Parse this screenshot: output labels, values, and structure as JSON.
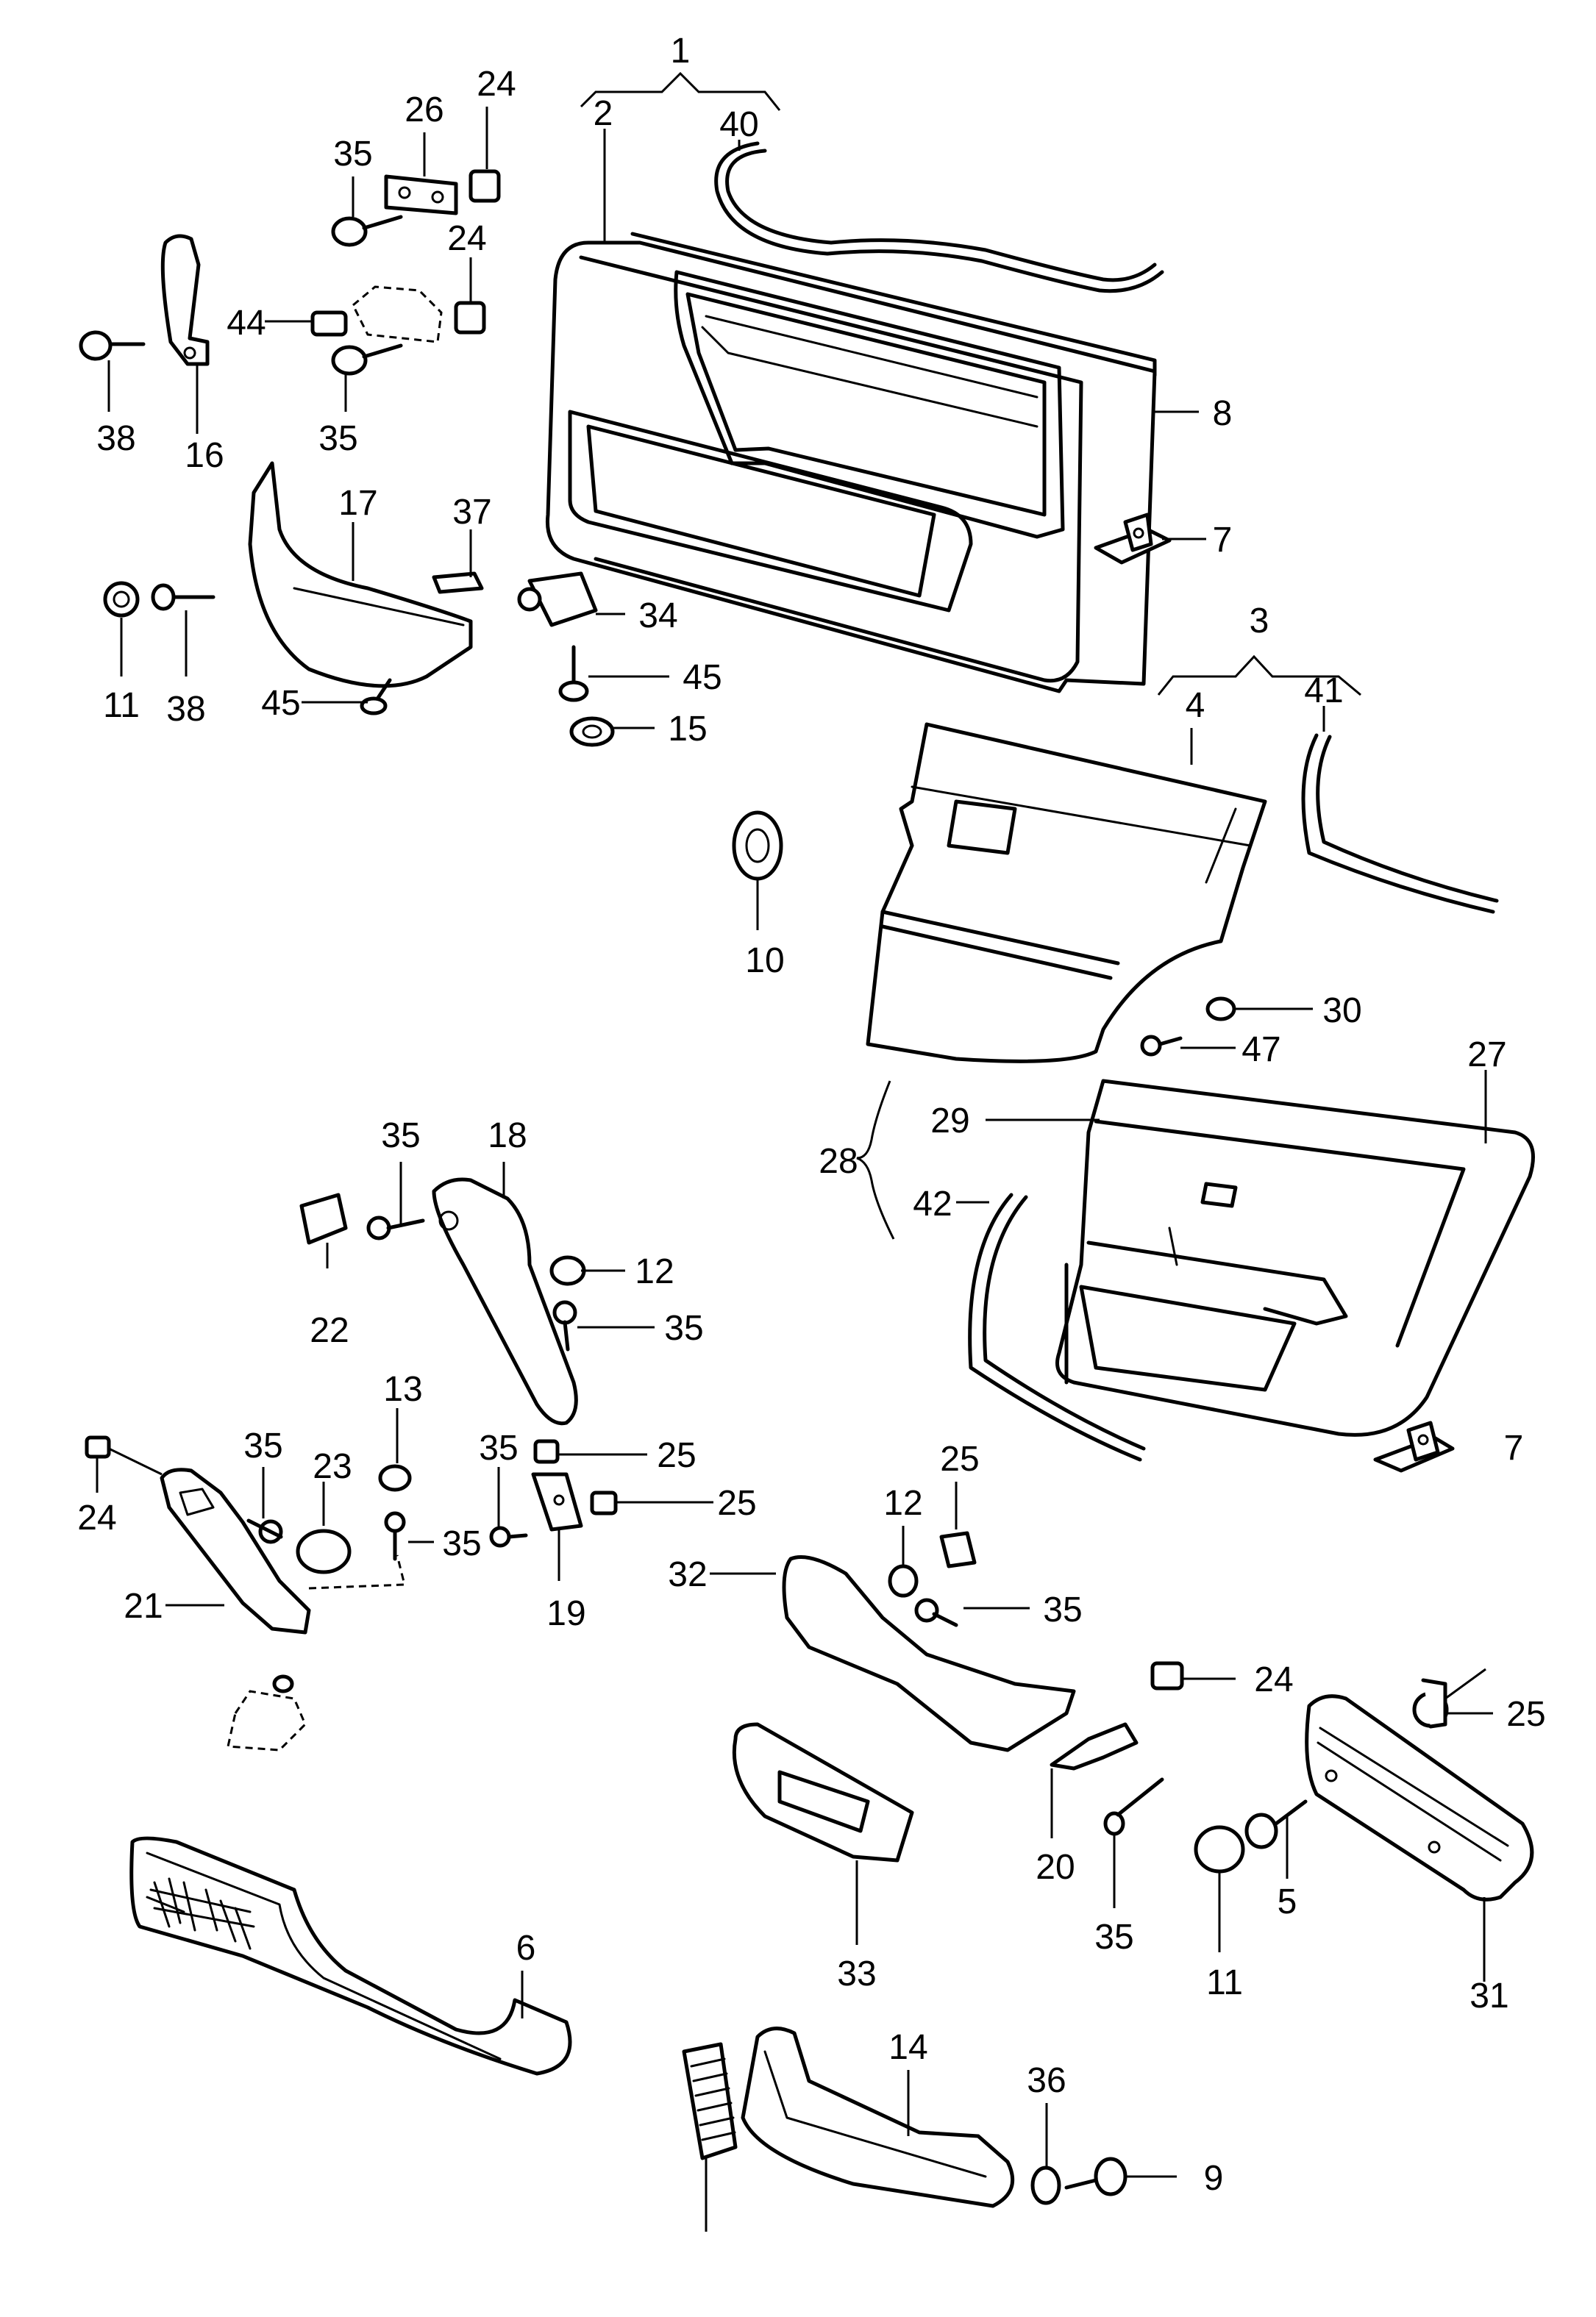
{
  "diagram": {
    "callouts": [
      "1",
      "2",
      "40",
      "26",
      "24",
      "35",
      "24",
      "44",
      "35",
      "38",
      "16",
      "8",
      "17",
      "37",
      "7",
      "34",
      "11",
      "38",
      "45",
      "45",
      "15",
      "3",
      "4",
      "41",
      "10",
      "30",
      "47",
      "27",
      "29",
      "28",
      "42",
      "35",
      "18",
      "12",
      "22",
      "35",
      "13",
      "35",
      "25",
      "35",
      "25",
      "23",
      "24",
      "35",
      "21",
      "19",
      "25",
      "12",
      "32",
      "35",
      "24",
      "7",
      "25",
      "20",
      "35",
      "11",
      "31",
      "33",
      "5",
      "6",
      "14",
      "36",
      "9"
    ]
  }
}
